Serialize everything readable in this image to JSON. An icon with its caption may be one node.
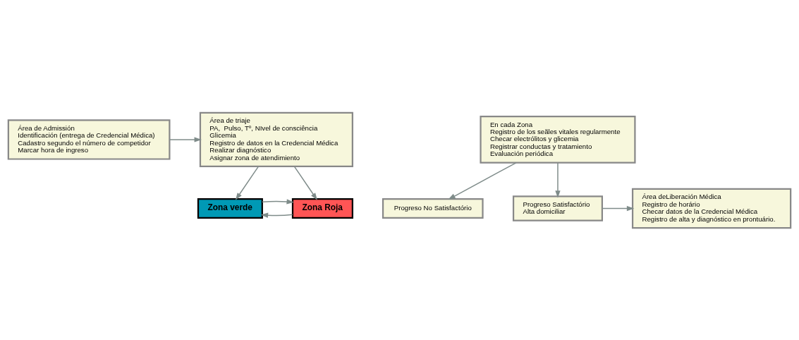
{
  "diagram": {
    "nodes": [
      {
        "text": [
          "Área de Admissión",
          "Identificación (entrega de Credencial Médica)",
          "Cadastro segundo el número de competidor",
          "Marcar hora de ingreso"
        ]
      },
      {
        "text": [
          "Área de triaje",
          "PA,  Pulso, Tº, NIvel de consciência",
          "Glicemia",
          "Registro de datos en la Credencial Médica",
          "Realizar diagnóstico",
          "Asignar zona de atendimiento"
        ]
      },
      {
        "text": [
          "Progreso No Satisfactório"
        ]
      },
      {
        "text": [
          "Zona verde"
        ]
      },
      {
        "text": [
          "Zona Roja"
        ]
      },
      {
        "text": [
          "En cada Zona",
          "Registro de los seãles vitales regularmente",
          "Checar electrólitos y glicemia",
          "Registrar conductas y tratamiento",
          "Evaluación periódica"
        ]
      },
      {
        "text": [
          "Área deLiberación Médica",
          "Registro de horário",
          "Checar datos de la Credencial Médica",
          "Registro de alta y diagnóstico en prontuário."
        ]
      },
      {
        "text": [
          "Progreso Satisfactório",
          "Alta domiciliar"
        ]
      }
    ],
    "edges": [
      {
        "from": 0,
        "to": 1,
        "arrow": "to"
      },
      {
        "from": 1,
        "to": 3,
        "arrow": "to"
      },
      {
        "from": 1,
        "to": 4,
        "arrow": "to"
      },
      {
        "from": 4,
        "to": 3,
        "arrow": "to"
      },
      {
        "from": 3,
        "to": 4,
        "arrow": "to"
      },
      {
        "from": 5,
        "to": 2,
        "arrow": "to"
      },
      {
        "from": 5,
        "to": 7,
        "arrow": "to"
      },
      {
        "from": 7,
        "to": 6,
        "arrow": "to"
      }
    ]
  }
}
